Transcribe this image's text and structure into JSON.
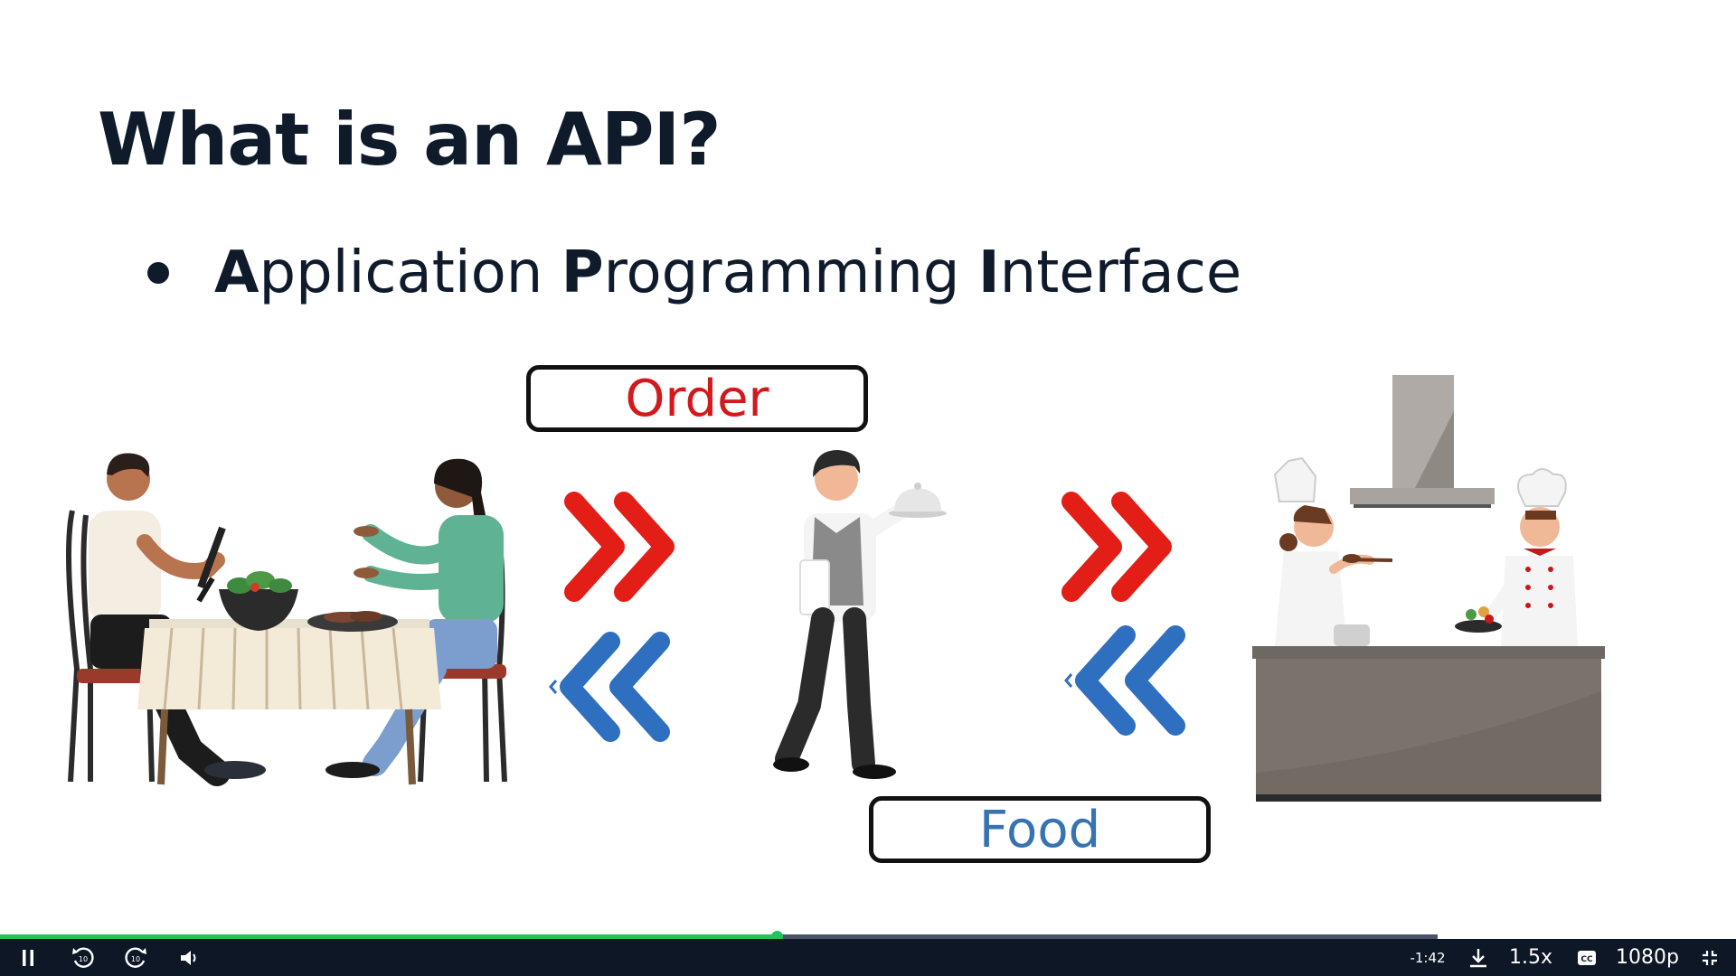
{
  "slide": {
    "title": "What is an API?",
    "bullet": {
      "A": "A",
      "a_rest": "pplication ",
      "P": "P",
      "p_rest": "rogramming ",
      "I": "I",
      "i_rest": "nterface"
    },
    "order_label": "Order",
    "food_label": "Food",
    "colors": {
      "order": "#d4191d",
      "food": "#3673b2",
      "title": "#0f1a2b"
    }
  },
  "player": {
    "progress_percent": 54,
    "time_remaining": "-1:42",
    "speed_label": "1.5x",
    "quality_label": "1080p",
    "accent_color": "#21c35b",
    "icons": [
      "pause-icon",
      "rewind-10-icon",
      "forward-10-icon",
      "volume-icon",
      "download-icon",
      "captions-icon",
      "exit-fullscreen-icon"
    ]
  }
}
